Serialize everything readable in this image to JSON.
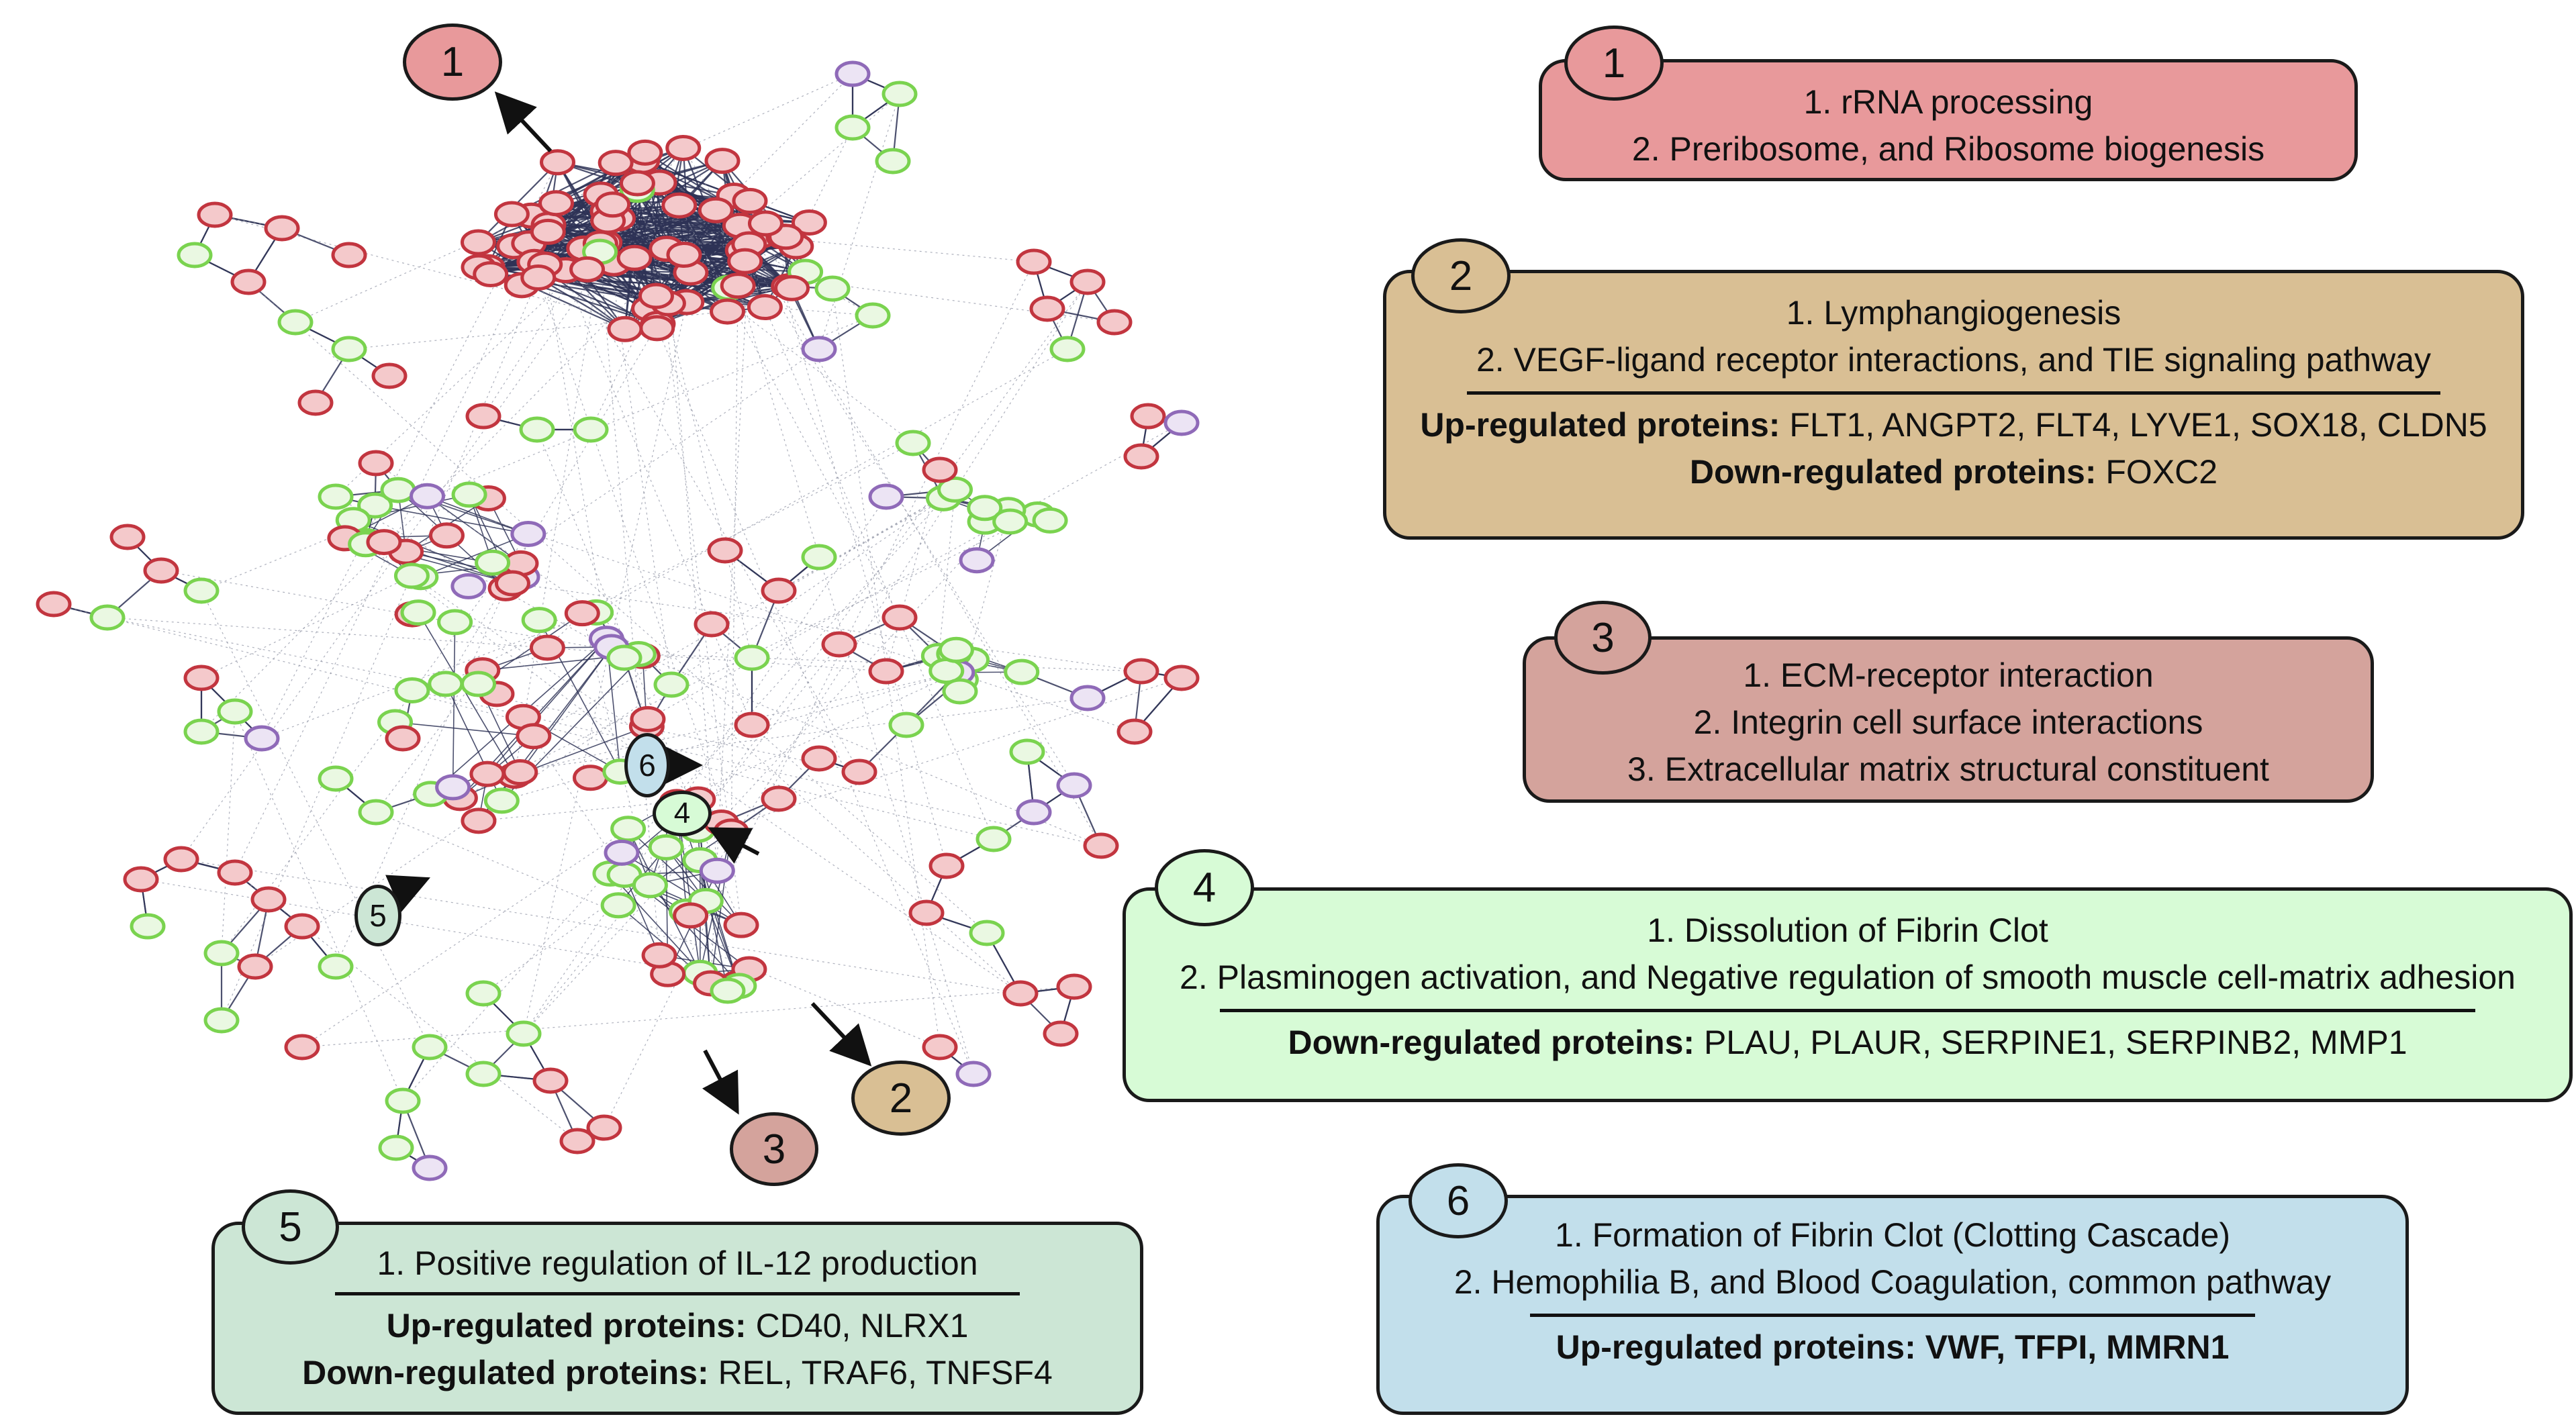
{
  "colors": {
    "c1": "#e8999b",
    "c2": "#d9bf94",
    "c3": "#d4a39c",
    "c4": "#d7fbd6",
    "c5": "#cce6d5",
    "c6": "#c2dfeb",
    "node_red": "#de7f83",
    "node_green": "#9fe486",
    "node_purple": "#c7b6dd",
    "edge": "#2e3356"
  },
  "graph_callouts": [
    {
      "number": "1",
      "color": "#e8999b"
    },
    {
      "number": "2",
      "color": "#d9bf94"
    },
    {
      "number": "3",
      "color": "#d4a39c"
    },
    {
      "number": "4",
      "color": "#d7fbd6"
    },
    {
      "number": "5",
      "color": "#cce6d5"
    },
    {
      "number": "6",
      "color": "#c2dfeb"
    }
  ],
  "clusters": [
    {
      "number": "1",
      "terms": [
        "1. rRNA processing",
        "2. Preribosome, and Ribosome biogenesis"
      ]
    },
    {
      "number": "2",
      "terms": [
        "1. Lymphangiogenesis",
        "2. VEGF-ligand receptor interactions, and TIE signaling pathway"
      ],
      "up_label": "Up-regulated proteins:",
      "up_values": "FLT1, ANGPT2, FLT4, LYVE1, SOX18, CLDN5",
      "down_label": "Down-regulated proteins:",
      "down_values": "FOXC2"
    },
    {
      "number": "3",
      "terms": [
        "1. ECM-receptor interaction",
        "2. Integrin cell surface interactions",
        "3. Extracellular matrix structural constituent"
      ]
    },
    {
      "number": "4",
      "terms": [
        "1. Dissolution of Fibrin Clot",
        "2. Plasminogen activation, and Negative regulation of smooth muscle cell-matrix adhesion"
      ],
      "down_label": "Down-regulated proteins:",
      "down_values": "PLAU, PLAUR, SERPINE1, SERPINB2, MMP1"
    },
    {
      "number": "5",
      "terms": [
        "1. Positive regulation of IL-12 production"
      ],
      "up_label": "Up-regulated proteins:",
      "up_values": "CD40, NLRX1",
      "down_label": "Down-regulated proteins:",
      "down_values": "REL, TRAF6, TNFSF4"
    },
    {
      "number": "6",
      "terms": [
        "1. Formation of Fibrin Clot (Clotting Cascade)",
        "2. Hemophilia B, and Blood Coagulation, common pathway"
      ],
      "up_label": "Up-regulated proteins:",
      "up_values": "VWF, TFPI, MMRN1"
    }
  ]
}
